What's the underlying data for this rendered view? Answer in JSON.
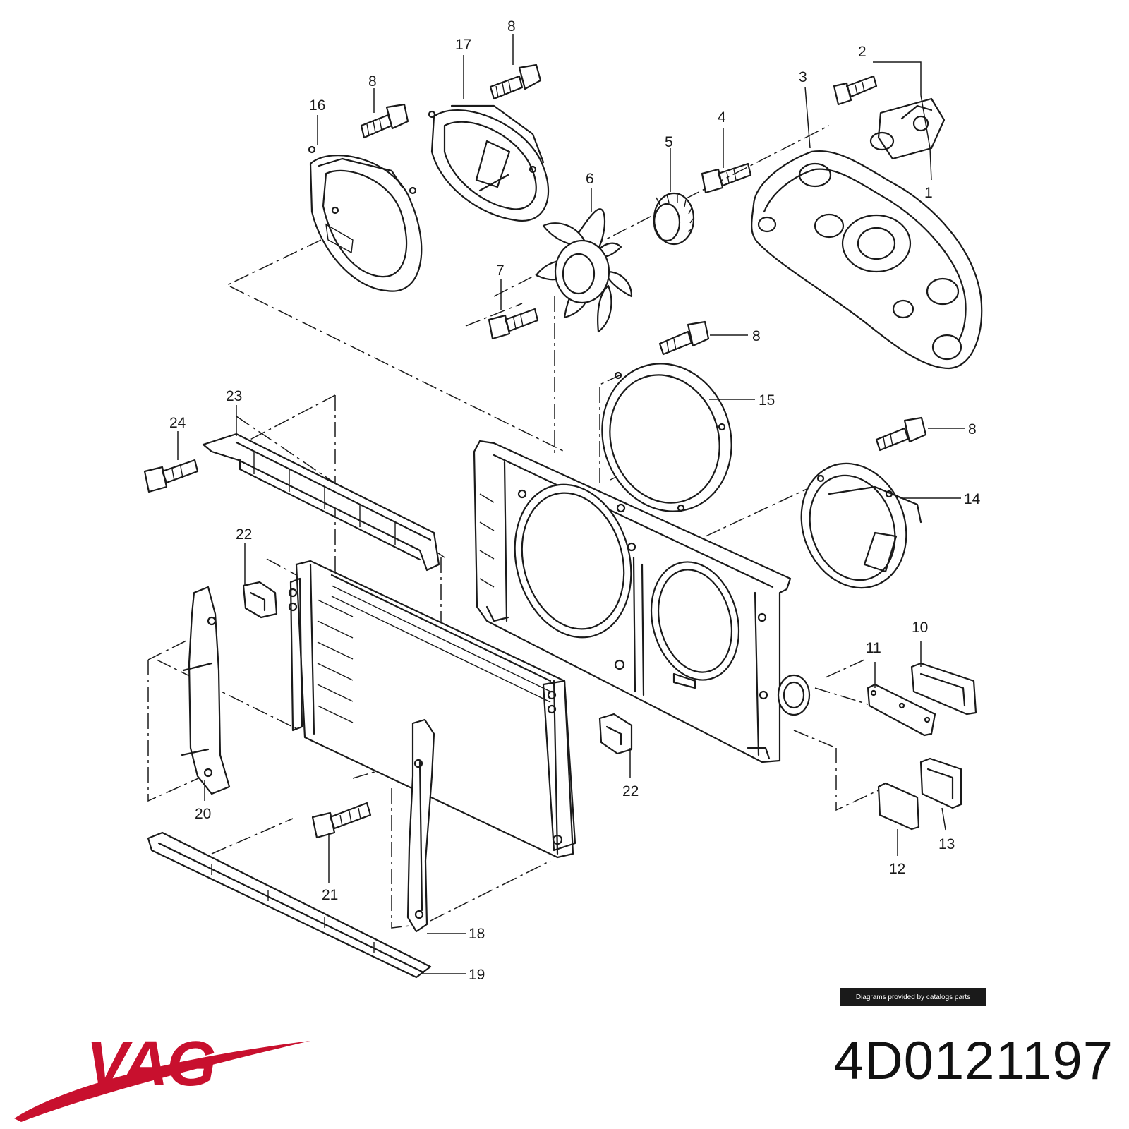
{
  "callouts": {
    "c1": "1",
    "c2": "2",
    "c3": "3",
    "c4": "4",
    "c5": "5",
    "c6": "6",
    "c7": "7",
    "c8a": "8",
    "c8b": "8",
    "c8c": "8",
    "c8d": "8",
    "c10": "10",
    "c11": "11",
    "c12": "12",
    "c13": "13",
    "c14": "14",
    "c15": "15",
    "c16": "16",
    "c17": "17",
    "c18": "18",
    "c19": "19",
    "c20": "20",
    "c21": "21",
    "c22a": "22",
    "c22b": "22",
    "c23": "23",
    "c24": "24"
  },
  "credit_text": "Diagrams provided by catalogs parts",
  "brand": {
    "name": "VAG",
    "color": "#c8102e"
  },
  "part_number": "4D0121197"
}
